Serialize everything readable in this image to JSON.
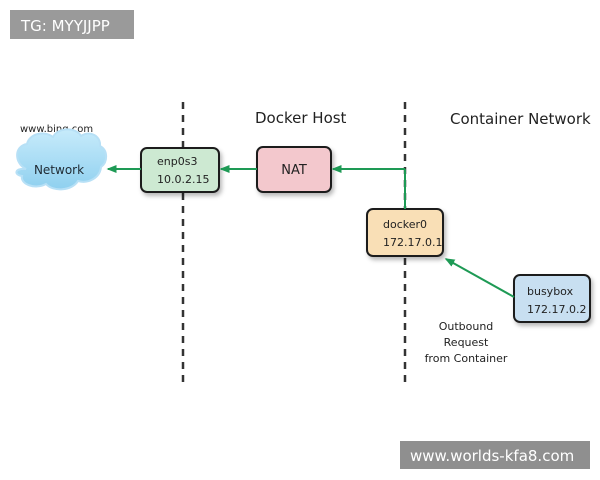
{
  "overlay": {
    "tag_text": "TG: MYYJJPP",
    "watermark_text": "www.worlds-kfa8.com"
  },
  "labels": {
    "bing": "www.bing.com",
    "docker_host": "Docker Host",
    "container_network": "Container Network",
    "outbound_request": [
      "Outbound",
      "Request",
      "from Container"
    ]
  },
  "nodes": {
    "network": {
      "label": "Network",
      "color": "#a9d8ee"
    },
    "enp0s3": {
      "name": "enp0s3",
      "ip": "10.0.2.15",
      "color": "#cde9d2"
    },
    "nat": {
      "label": "NAT",
      "color": "#f3c8cd"
    },
    "docker0": {
      "name": "docker0",
      "ip": "172.17.0.1",
      "color": "#f9dfb6"
    },
    "busybox": {
      "name": "busybox",
      "ip": "172.17.0.2",
      "color": "#c8dff1"
    }
  },
  "colors": {
    "arrow": "#1e9a55",
    "divider": "#333333",
    "node_border": "#1f1f1f",
    "tag_bg": "#9a9a9a",
    "watermark_bg": "#8f8f8f"
  }
}
